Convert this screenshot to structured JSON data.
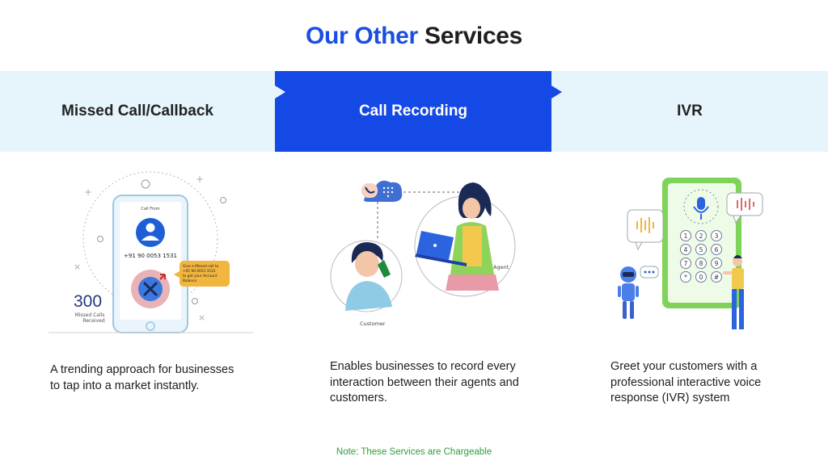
{
  "title": {
    "accent": "Our Other",
    "rest": "Services"
  },
  "tabs": [
    {
      "label": "Missed Call/Callback"
    },
    {
      "label": "Call Recording"
    },
    {
      "label": "IVR"
    }
  ],
  "colors": {
    "accent": "#1c4fe0",
    "active_tab": "#1549e6",
    "band": "#e6f4fb",
    "note": "#2f9e3a"
  },
  "illustrations": {
    "missed_call": {
      "screen_title": "Call From",
      "phone_number": "+91 90 0053 1531",
      "bubble_text": [
        "Give a Missed call to",
        "+91 90 0053 1531",
        "to get your Account",
        "Balance"
      ],
      "count": "300",
      "count_label": [
        "Missed Calls",
        "Received"
      ]
    },
    "call_recording": {
      "agent_label": "Agent",
      "customer_label": "Customer"
    },
    "ivr": {
      "keypad": [
        "1",
        "2",
        "3",
        "4",
        "5",
        "6",
        "7",
        "8",
        "9",
        "*",
        "0",
        "#"
      ]
    }
  },
  "cards": [
    {
      "description": "A trending approach for businesses to tap into a market instantly."
    },
    {
      "description": "Enables businesses to record every interaction between their agents and customers."
    },
    {
      "description": "Greet your customers with a professional interactive voice response (IVR) system"
    }
  ],
  "note": "Note: These Services are Chargeable"
}
